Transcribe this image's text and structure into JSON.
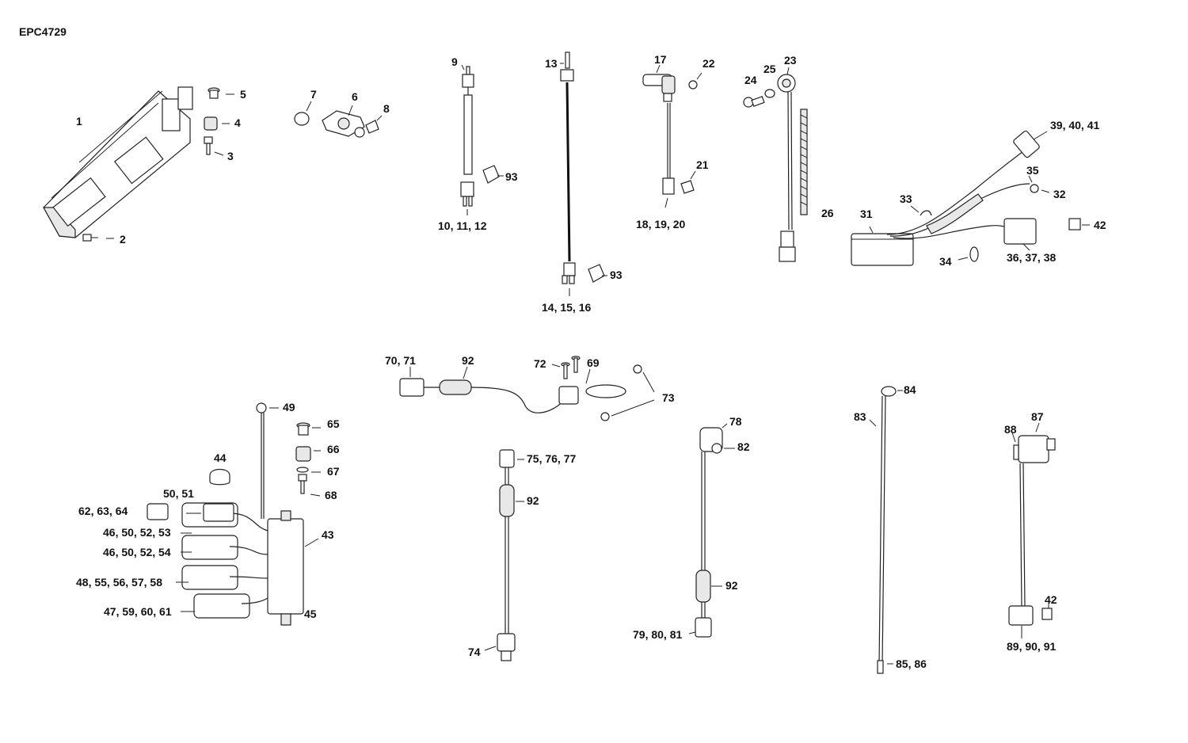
{
  "document": {
    "id": "EPC4729"
  },
  "callouts": {
    "c1": "1",
    "c2": "2",
    "c3": "3",
    "c4": "4",
    "c5": "5",
    "c6": "6",
    "c7": "7",
    "c8": "8",
    "c9": "9",
    "c10_12": "10, 11, 12",
    "c13": "13",
    "c14_16": "14, 15, 16",
    "c17": "17",
    "c18_20": "18, 19, 20",
    "c21": "21",
    "c22": "22",
    "c23": "23",
    "c24": "24",
    "c25": "25",
    "c26": "26",
    "c31": "31",
    "c32": "32",
    "c33": "33",
    "c34": "34",
    "c35": "35",
    "c36_38": "36, 37, 38",
    "c39_41": "39, 40, 41",
    "c42a": "42",
    "c43": "43",
    "c44": "44",
    "c45": "45",
    "c46_53": "46, 50, 52, 53",
    "c46_54": "46, 50, 52, 54",
    "c47_61": "47, 59, 60, 61",
    "c48_58": "48, 55, 56, 57, 58",
    "c49": "49",
    "c50_51": "50, 51",
    "c62_64": "62, 63, 64",
    "c65": "65",
    "c66": "66",
    "c67": "67",
    "c68": "68",
    "c69": "69",
    "c70_71": "70, 71",
    "c72": "72",
    "c73": "73",
    "c74": "74",
    "c75_77": "75, 76, 77",
    "c78": "78",
    "c79_81": "79, 80, 81",
    "c82": "82",
    "c83": "83",
    "c84": "84",
    "c85_86": "85, 86",
    "c87": "87",
    "c88": "88",
    "c89_91": "89, 90, 91",
    "c92a": "92",
    "c92b": "92",
    "c92c": "92",
    "c93a": "93",
    "c93b": "93",
    "c42b": "42"
  }
}
